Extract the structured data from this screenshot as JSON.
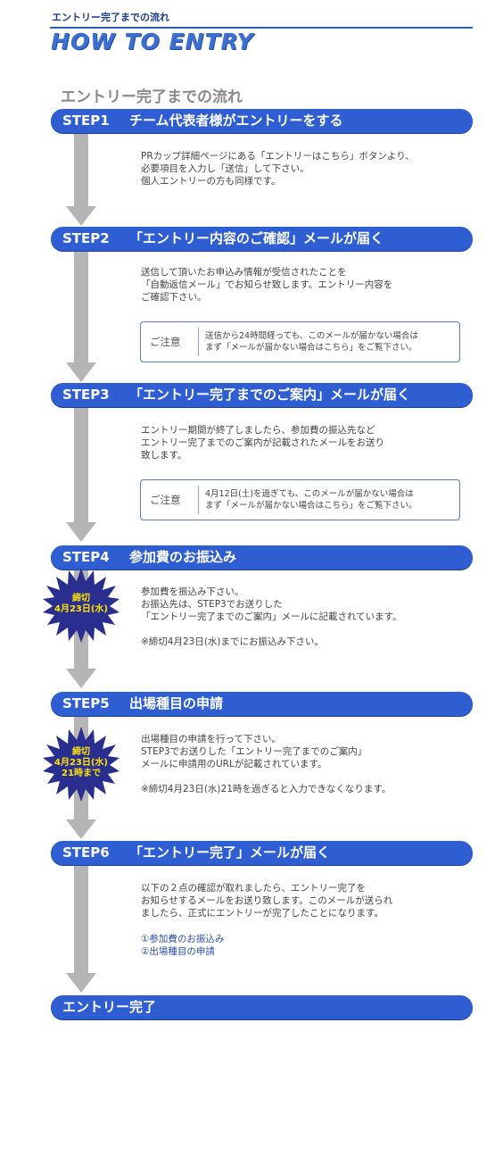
{
  "header": {
    "small_title": "エントリー完了までの流れ",
    "big_title": "HOW TO ENTRY",
    "section_title": "エントリー完了までの流れ"
  },
  "steps": [
    {
      "num": "STEP1",
      "title": "チーム代表者様がエントリーをする",
      "text": "PRカップ詳細ページにある「エントリーはこちら」ボタンより、\n必要項目を入力し「送信」して下さい。\n個人エントリーの方も同様です。"
    },
    {
      "num": "STEP2",
      "title": "「エントリー内容のご確認」メールが届く",
      "text": "送信して頂いたお申込み情報が受信されたことを\n「自動返信メール」でお知らせ致します。エントリー内容を\nご確認下さい。",
      "notice_label": "ご注意",
      "notice_text": "送信から24時間経っても、このメールが届かない場合は\nまず「メールが届かない場合はこちら」をご覧下さい。"
    },
    {
      "num": "STEP3",
      "title": "「エントリー完了までのご案内」メールが届く",
      "text": "エントリー期間が終了しましたら、参加費の振込先など\nエントリー完了までのご案内が記載されたメールをお送り\n致します。",
      "notice_label": "ご注意",
      "notice_text": "4月12日(土)を過ぎても、このメールが届かない場合は\nまず「メールが届かない場合はこちら」をご覧下さい。"
    },
    {
      "num": "STEP4",
      "title": "参加費のお振込み",
      "text": "参加費を振込み下さい。\nお振込先は、STEP3でお送りした\n「エントリー完了までのご案内」メールに記載されています。\n\n※締切4月23日(水)までにお振込み下さい。",
      "badge": [
        "締切",
        "4月23日(水)"
      ]
    },
    {
      "num": "STEP5",
      "title": "出場種目の申請",
      "text": "出場種目の申請を行って下さい。\nSTEP3でお送りした「エントリー完了までのご案内」\nメールに申請用のURLが記載されています。\n\n※締切4月23日(水)21時を過ぎると入力できなくなります。",
      "badge": [
        "締切",
        "4月23日(水)",
        "21時まで"
      ]
    },
    {
      "num": "STEP6",
      "title": "「エントリー完了」メールが届く",
      "text": "以下の２点の確認が取れましたら、エントリー完了を\nお知らせするメールをお送り致します。このメールが送られ\nましたら、正式にエントリーが完了したことになります。",
      "links": [
        "①参加費のお振込み",
        "②出場種目の申請"
      ]
    }
  ],
  "final": {
    "title": "エントリー完了"
  },
  "colors": {
    "step_bar": "#2f5ed3",
    "arrow": "#b5b5b5",
    "burst": "#2a2f8f",
    "burst_text": "#ffe400"
  }
}
